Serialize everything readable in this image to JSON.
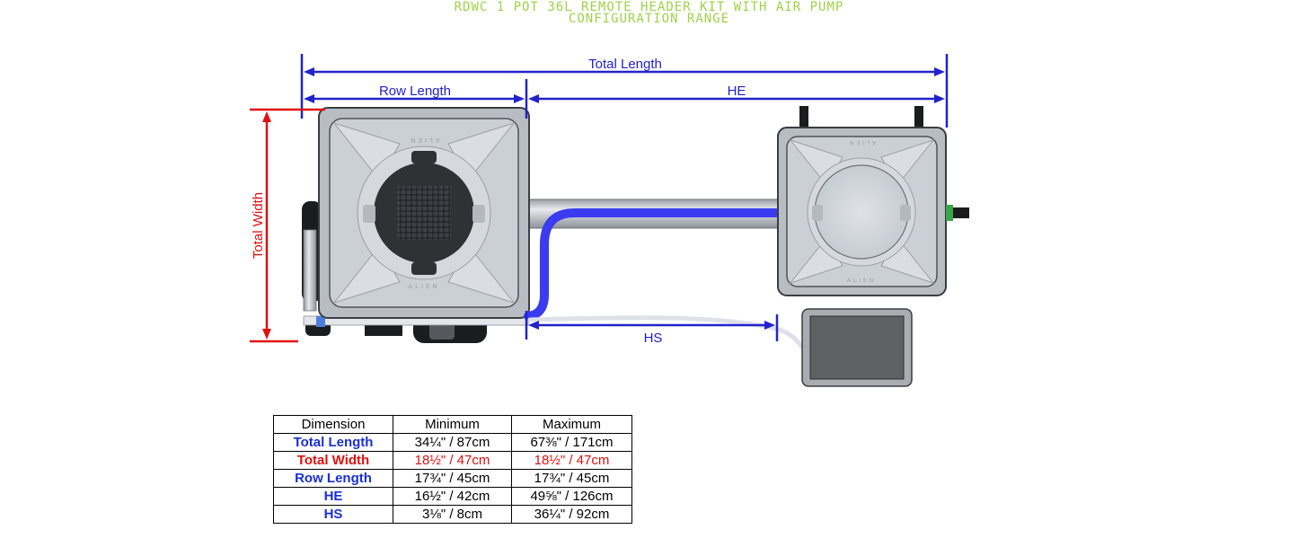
{
  "title": {
    "line1": "RDWC 1 POT 36L REMOTE HEADER KIT WITH AIR PUMP",
    "line2": "CONFIGURATION RANGE"
  },
  "colors": {
    "title": "#9fd24b",
    "blue": "#2222cc",
    "red": "#e01010",
    "tank": "#c9cdd3",
    "tank_border": "#3a3d42",
    "pipe": "#c7ccd2",
    "hose": "#3b3bf0"
  },
  "dimension_labels": {
    "total_length": "Total Length",
    "row_length": "Row Length",
    "he": "HE",
    "hs": "HS",
    "total_width": "Total Width"
  },
  "tank_brand": "ALIEN",
  "table": {
    "headers": [
      "Dimension",
      "Minimum",
      "Maximum"
    ],
    "rows": [
      {
        "name": "Total Length",
        "color": "#1a2fd6",
        "min": "34¼\" / 87cm",
        "max": "67⅜\" / 171cm"
      },
      {
        "name": "Total Width",
        "color": "#e01010",
        "min": "18½\" / 47cm",
        "max": "18½\" / 47cm"
      },
      {
        "name": "Row Length",
        "color": "#1a2fd6",
        "min": "17¾\" / 45cm",
        "max": "17¾\" / 45cm"
      },
      {
        "name": "HE",
        "color": "#1a2fd6",
        "min": "16½\" / 42cm",
        "max": "49⅝\" / 126cm"
      },
      {
        "name": "HS",
        "color": "#1a2fd6",
        "min": "3⅛\" / 8cm",
        "max": "36¼\" / 92cm"
      }
    ]
  }
}
